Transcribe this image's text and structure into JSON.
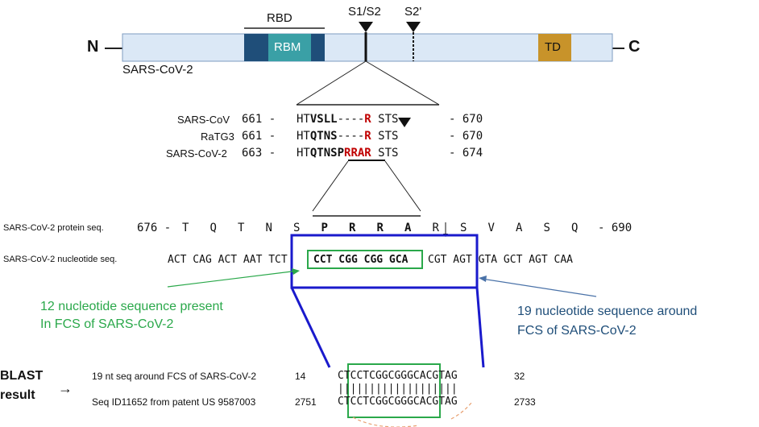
{
  "domain": {
    "n_term": "N",
    "c_term": "C",
    "rbd": "RBD",
    "rbm": "RBM",
    "td": "TD",
    "s1s2": "S1/S2",
    "s2prime": "S2'",
    "virus": "SARS-CoV-2"
  },
  "alignment": [
    {
      "name": "SARS-CoV",
      "start": "661 -",
      "pre": "HT",
      "bold": "VSLL",
      "gap": "----",
      "red": "R",
      "post": " STS",
      "end": "- 670"
    },
    {
      "name": "RaTG3",
      "start": "661 -",
      "pre": "HT",
      "bold": "QTNS",
      "gap": "----",
      "red": "R",
      "post": " STS",
      "end": "- 670"
    },
    {
      "name": "SARS-CoV-2",
      "start": "663 -",
      "pre": "HT",
      "bold": "QTNSP",
      "gap": "",
      "red": "RRAR",
      "post": " STS",
      "end": "- 674"
    }
  ],
  "protein": {
    "label": "SARS-CoV-2 protein seq.",
    "start": "676 -",
    "residues": [
      "T",
      "Q",
      "T",
      "N",
      "S",
      "P",
      "R",
      "R",
      "A",
      "R",
      "S",
      "V",
      "A",
      "S",
      "Q"
    ],
    "end": "- 690"
  },
  "nucleotide": {
    "label": "SARS-CoV-2 nucleotide seq.",
    "pre": "ACT CAG ACT AAT TCT",
    "boxed": "CCT CGG CGG GCA",
    "post": "CGT AGT GTA GCT AGT CAA"
  },
  "annotations": {
    "left_line1": "12 nucleotide sequence present",
    "left_line2": "In FCS of SARS-CoV-2",
    "right_line1": "19 nucleotide sequence around",
    "right_line2": "FCS of SARS-CoV-2"
  },
  "blast": {
    "title_line1": "BLAST",
    "title_line2": "result",
    "arrow": "→",
    "query_label": "19 nt seq around FCS of SARS-CoV-2",
    "query_start": "14",
    "query_seq_pre": "CT",
    "query_seq_box": "CCTCGGCGGGCA",
    "query_seq_post": "CGTAG",
    "query_end": "32",
    "match_bars": "|||||||||||||||||||",
    "subject_label": "Seq ID11652 from patent US 9587003",
    "subject_start": "2751",
    "subject_seq_pre": "CT",
    "subject_seq_box": "CCTCGGCGGGCA",
    "subject_seq_post": "CGTAG",
    "subject_end": "2733"
  },
  "colors": {
    "bar_fill": "#dbe8f6",
    "rbd_dark": "#1f4e79",
    "rbm_teal": "#3aa0a6",
    "td_gold": "#c8932a",
    "green": "#2aa84a",
    "blue_box": "#1a1acc",
    "navy_text": "#1f4e79",
    "red": "#c00000"
  }
}
